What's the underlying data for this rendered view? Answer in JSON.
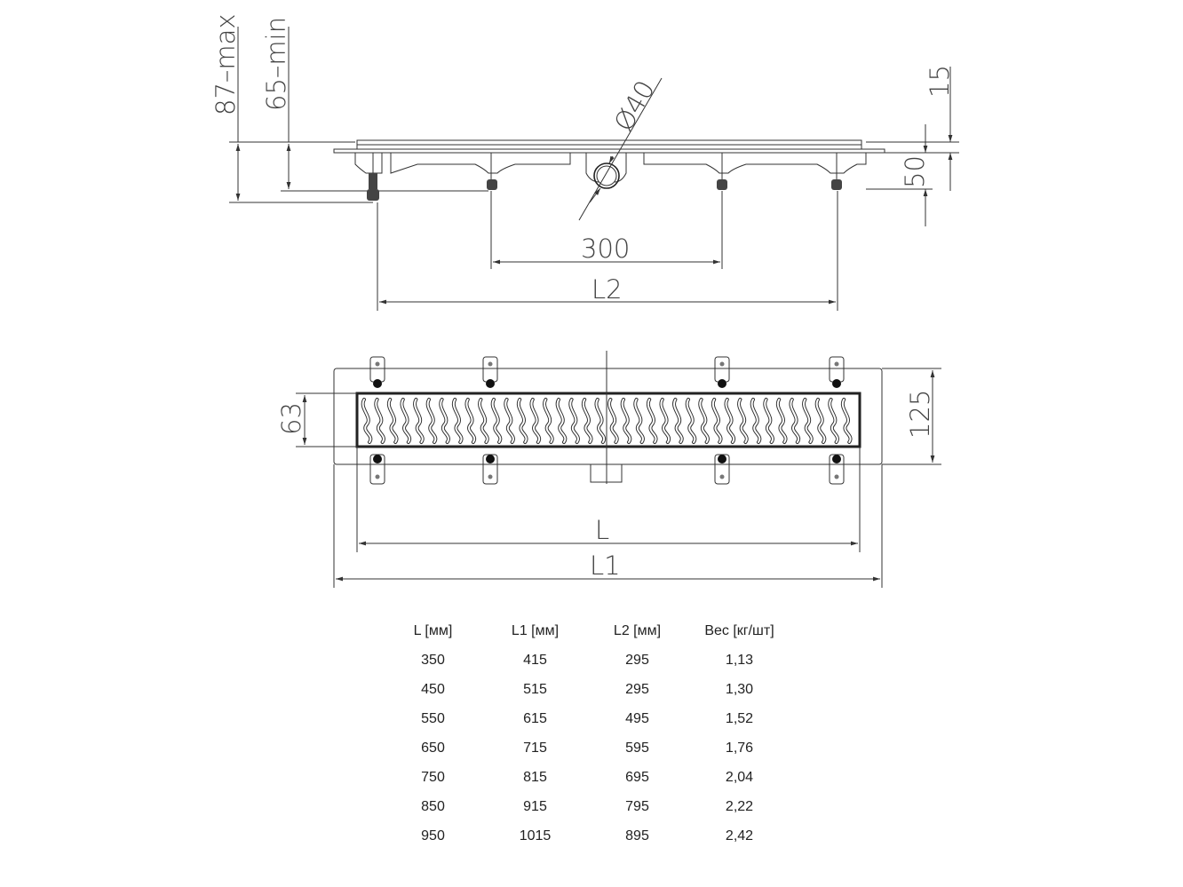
{
  "side_view": {
    "dim_87_max": "87–max",
    "dim_65_min": "65–min",
    "dim_diameter": "Ø40",
    "dim_15": "15",
    "dim_50": "50",
    "dim_300": "300",
    "dim_L2": "L2"
  },
  "plan_view": {
    "dim_63": "63",
    "dim_125": "125",
    "dim_L": "L",
    "dim_L1": "L1"
  },
  "table": {
    "headers": [
      "L [мм]",
      "L1 [мм]",
      "L2 [мм]",
      "Вес [кг/шт]"
    ],
    "rows": [
      [
        "350",
        "415",
        "295",
        "1,13"
      ],
      [
        "450",
        "515",
        "295",
        "1,30"
      ],
      [
        "550",
        "615",
        "495",
        "1,52"
      ],
      [
        "650",
        "715",
        "595",
        "1,76"
      ],
      [
        "750",
        "815",
        "695",
        "2,04"
      ],
      [
        "850",
        "915",
        "795",
        "2,22"
      ],
      [
        "950",
        "1015",
        "895",
        "2,42"
      ]
    ]
  }
}
